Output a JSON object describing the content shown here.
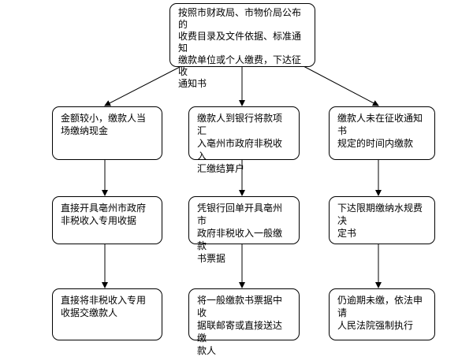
{
  "top": {
    "text": "按照市财政局、市物价局公布的\n收费目录及文件依据、标准通知\n缴款单位或个人缴费，下达征收\n通知书"
  },
  "columns": [
    {
      "steps": [
        "金额较小，缴款人当\n场缴纳现金",
        "直接开具亳州市政府\n非税收入专用收据",
        "直接将非税收入专用\n收据交缴款人"
      ]
    },
    {
      "steps": [
        "缴款人到银行将款项汇\n入亳州市政府非税收入\n汇缴结算户",
        "凭银行回单开具亳州市\n政府非税收入一般缴款\n书票据",
        "将一般缴款书票据中收\n据联邮寄或直接送达缴\n款人"
      ]
    },
    {
      "steps": [
        "缴款人未在征收通知书\n规定的时间内缴款",
        "下达限期缴纳水规费决\n定书",
        "仍逾期未缴，依法申请\n人民法院强制执行"
      ]
    }
  ]
}
